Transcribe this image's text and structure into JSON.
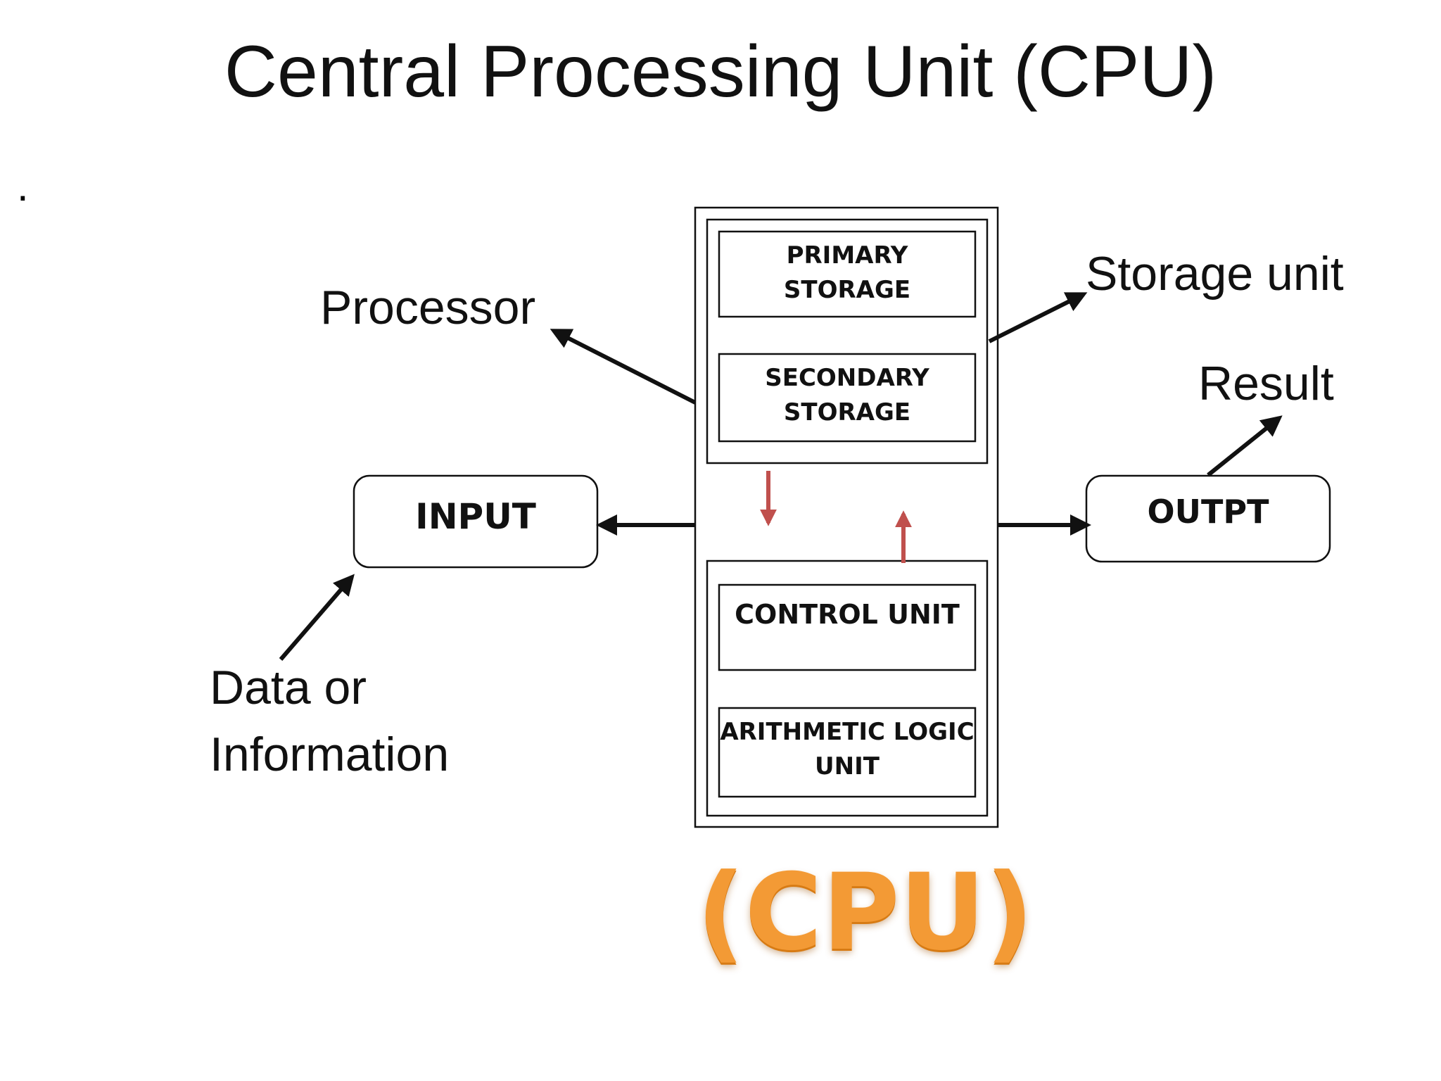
{
  "title": "Central Processing Unit (CPU)",
  "bullet": ".",
  "labels": {
    "processor": "Processor",
    "storage_unit": "Storage unit",
    "result": "Result",
    "data_line1": "Data or",
    "data_line2": "Information"
  },
  "boxes": {
    "input": "INPUT",
    "output": "OUTPT",
    "primary_line1": "PRIMARY",
    "primary_line2": "STORAGE",
    "secondary_line1": "SECONDARY",
    "secondary_line2": "STORAGE",
    "control_unit": "CONTROL UNIT",
    "alu_line1": "ARITHMETIC LOGIC",
    "alu_line2": "UNIT"
  },
  "wordmark": "(CPU)",
  "colors": {
    "line": "#111111",
    "red_arrow": "#c0504d",
    "wordmark": "#f39a35"
  }
}
